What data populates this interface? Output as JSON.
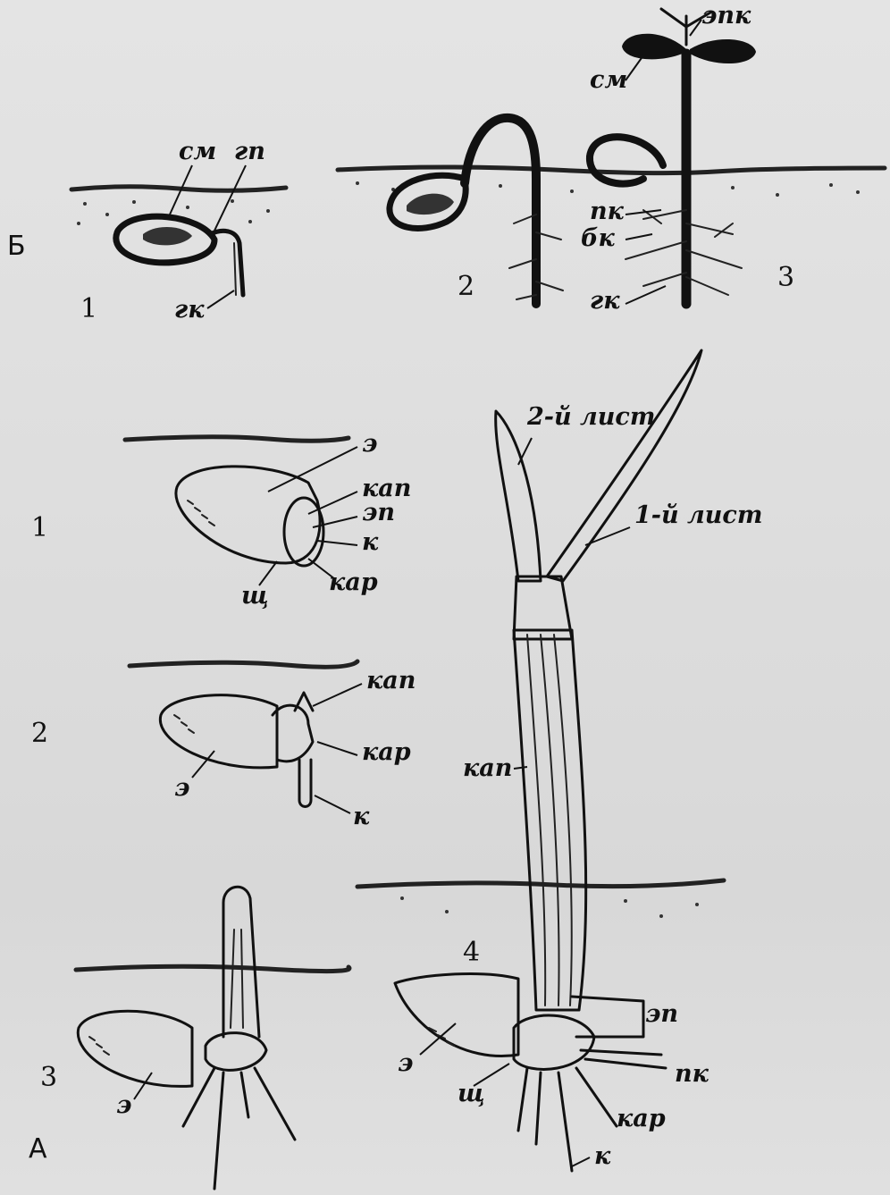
{
  "panels": {
    "B": {
      "letter": "Б",
      "stage_numbers": [
        "1",
        "2",
        "3"
      ],
      "labels": {
        "cotyledons_stage1": "см",
        "hypocotyl": "гп",
        "main_root_stage1": "гк",
        "epicotyl": "эпк",
        "cotyledons_stage3": "см",
        "lateral_root": "пк",
        "side_root": "бк",
        "main_root_stage3": "гк"
      }
    },
    "A": {
      "letter": "А",
      "stage_numbers": [
        "1",
        "2",
        "3",
        "4"
      ],
      "labels": {
        "s1_endosperm": "э",
        "s1_coleoptile": "кап",
        "s1_epiblast": "эп",
        "s1_root": "к",
        "s1_coleorhiza": "кар",
        "s1_scutellum": "щ",
        "s2_coleoptile": "кап",
        "s2_coleorhiza": "кар",
        "s2_endosperm": "э",
        "s2_root": "к",
        "s3_endosperm": "э",
        "s4_second_leaf": "2-й лист",
        "s4_first_leaf": "1-й лист",
        "s4_coleoptile": "кап",
        "s4_epiblast": "эп",
        "s4_endosperm": "э",
        "s4_scutellum": "щ",
        "s4_lateral_root": "пк",
        "s4_coleorhiza": "кар",
        "s4_root": "к"
      }
    }
  }
}
